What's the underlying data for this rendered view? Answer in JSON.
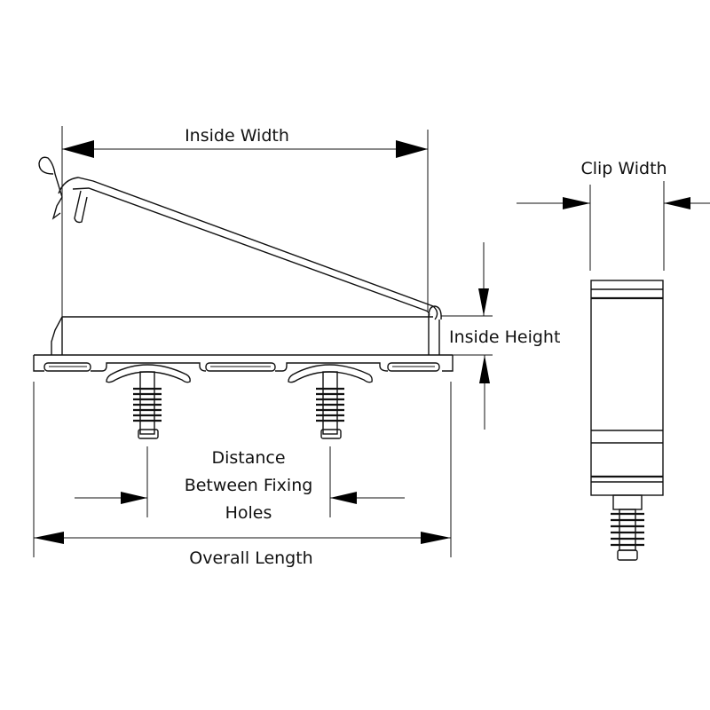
{
  "diagram": {
    "type": "technical-dimension-drawing",
    "subject": "cable clip with push-in fixings",
    "views": [
      "side-view",
      "end-view"
    ],
    "labels": {
      "inside_width": "Inside Width",
      "inside_height": "Inside Height",
      "clip_width": "Clip Width",
      "distance_line1": "Distance",
      "distance_line2": "Between Fixing",
      "distance_line3": "Holes",
      "overall_length": "Overall Length"
    },
    "fixing_count": 2,
    "colors": {
      "line": "#111111",
      "background": "#ffffff"
    }
  }
}
